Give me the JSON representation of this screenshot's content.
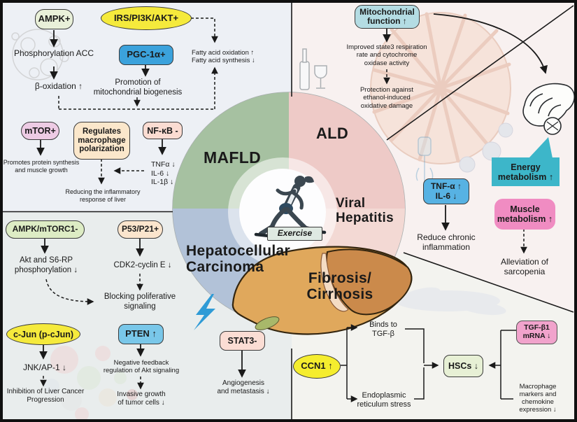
{
  "colors": {
    "yellow_node": "#f5ea3c",
    "blue_node": "#3ba2dc",
    "sky_node": "#79c7e9",
    "teal_node": "#3db6c9",
    "tnf_blue_node": "#57b2e3",
    "mito_blue_node": "#b4dce3",
    "pink_node": "#f08cc2",
    "tgfb_pink_node": "#f1a3cc",
    "green_pill": "#ddecc4",
    "pale_green_box": "#e7f0d5",
    "peach_box": "#fbe7cb",
    "rose_box": "#fbdcd2",
    "purple_pill": "#edcbe4",
    "quad_green": "#a6c1a1",
    "quad_pink": "#eecac7",
    "quad_blue": "#b2c2d8",
    "quad_rose": "#f3d9d4",
    "liver_tan": "#e0a85c",
    "liver_dark": "#cb8a4b",
    "lightning_blue": "#2f9bd6"
  },
  "center": {
    "exercise": "Exercise",
    "mafld": "MAFLD",
    "ald": "ALD",
    "viral_hepatitis": "Viral\nHepatitis",
    "hcc": "Hepatocellular\nCarcinoma",
    "fibrosis": "Fibrosis/\nCirrhosis"
  },
  "mafld_panel": {
    "ampk": "AMPK+",
    "irs_pi3k_akt": "IRS/PI3K/AKT+",
    "phosphorylation_acc": "Phosphorylation ACC",
    "pgc1a": "PGC-1α+",
    "beta_oxidation": "β-oxidation ↑",
    "promotion": "Promotion of\nmitochondrial biogenesis",
    "fatty": "Fatty acid oxidation ↑\nFatty acid synthesis ↓",
    "mtor": "mTOR+",
    "regulates": "Regulates\nmacrophage\npolarization",
    "nfkb": "NF-κB -",
    "promotes": "Promotes protein synthesis\nand muscle growth",
    "cytokines": "TNFα ↓\nIL-6 ↓\nIL-1β ↓",
    "reducing": "Reducing the inflammatory\nresponse of liver"
  },
  "hcc_panel": {
    "ampk_mtorc1": "AMPK/mTORC1-",
    "p53_p21": "P53/P21+",
    "akt_s6rp": "Akt and S6-RP\nphosphorylation ↓",
    "cdk2_cyclin_e": "CDK2-cyclin E ↓",
    "blocking": "Blocking poliferative\nsignaling",
    "c_jun": "c-Jun (p-cJun)",
    "jnk_ap1": "JNK/AP-1 ↓",
    "inhibition": "Inhibition of Liver Cancer\nProgression",
    "pten": "PTEN ↑",
    "negative_feedback": "Negative feedback\nregulation of Akt signaling",
    "invasive": "Invasive growth\nof tumor cells ↓",
    "stat3": "STAT3-",
    "angiogenesis": "Angiogenesis\nand metastasis ↓"
  },
  "ald_panel": {
    "mitochondrial_function": "Mitochondrial\nfunction ↑",
    "improved": "Improved state3 respiration\nrate and cytochrome\noxidase activity",
    "protection": "Protection against\nethanol-induced\noxidative damage"
  },
  "viral_panel": {
    "energy_metabolism": "Energy\nmetabolism ↑",
    "tnf_il6": "TNF-α ↑\nIL-6 ↓",
    "reduce_chronic": "Reduce chronic\ninflammation",
    "muscle_metabolism": "Muscle\nmetabolism ↑",
    "alleviation": "Alleviation of\nsarcopenia"
  },
  "fibrosis_panel": {
    "ccn1": "CCN1 ↑",
    "binds_to": "Binds to\nTGF-β",
    "er_stress": "Endoplasmic\nreticulum stress",
    "hscs": "HSCs ↓",
    "tgfb1_mrna": "TGF-β1\nmRNA ↓",
    "macrophage": "Macrophage\nmarkers and\nchemokine\nexpression ↓"
  }
}
